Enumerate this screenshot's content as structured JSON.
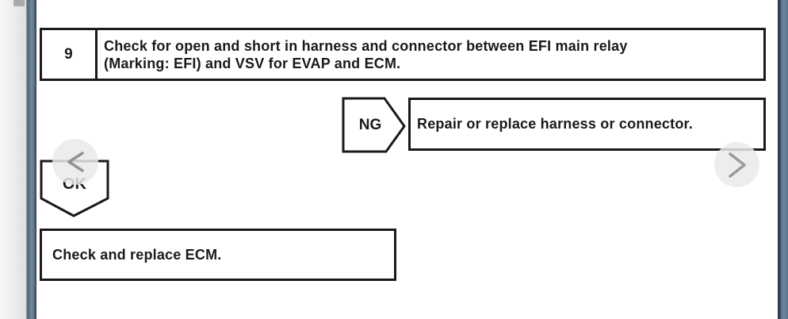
{
  "viewer": {
    "page_edge_color": "#74879c",
    "page_edge_dark": "#2e3e51",
    "scroll_thumb_color": "#a9a9a9",
    "nav_circle_color": "#e9e9e9",
    "nav_chevron_color": "#919191"
  },
  "flowchart": {
    "line_color": "#1a1a1a",
    "step": {
      "number": "9",
      "text_line1": "Check for open and short in harness and connector between EFI main relay",
      "text_line2": "(Marking: EFI) and VSV for EVAP and ECM."
    },
    "ng": {
      "label": "NG",
      "result": "Repair or replace harness or connector."
    },
    "ok": {
      "label": "OK",
      "result": "Check and replace ECM."
    }
  },
  "nav": {
    "prev_icon": "chevron-left",
    "next_icon": "chevron-right"
  }
}
